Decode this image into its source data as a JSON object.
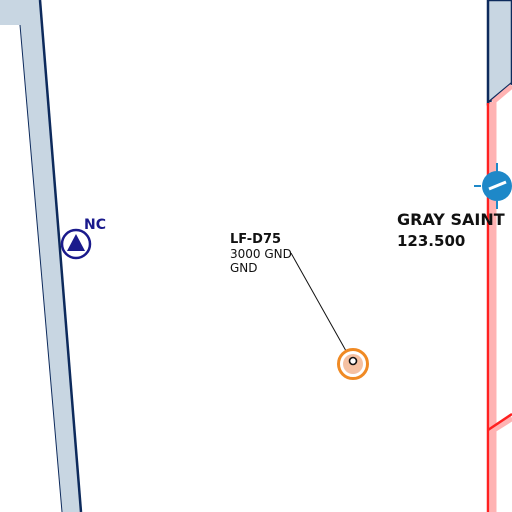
{
  "map": {
    "airfield": {
      "code": "NC",
      "icon": "triangle-in-circle-icon",
      "color": "#1a1a8c"
    },
    "zone": {
      "name": "LF-D75",
      "upper_limit": "3000 GND",
      "lower_limit": "GND",
      "marker_color": "#f08a24"
    },
    "sector": {
      "name": "GRAY SAINT",
      "frequency": "123.500",
      "border_color": "#ff2020"
    },
    "navaid": {
      "icon": "navaid-symbol-icon",
      "color": "#1e88c8"
    },
    "colors": {
      "boundary_fill": "#c8d6e2",
      "boundary_edge": "#0d2a5c"
    }
  }
}
